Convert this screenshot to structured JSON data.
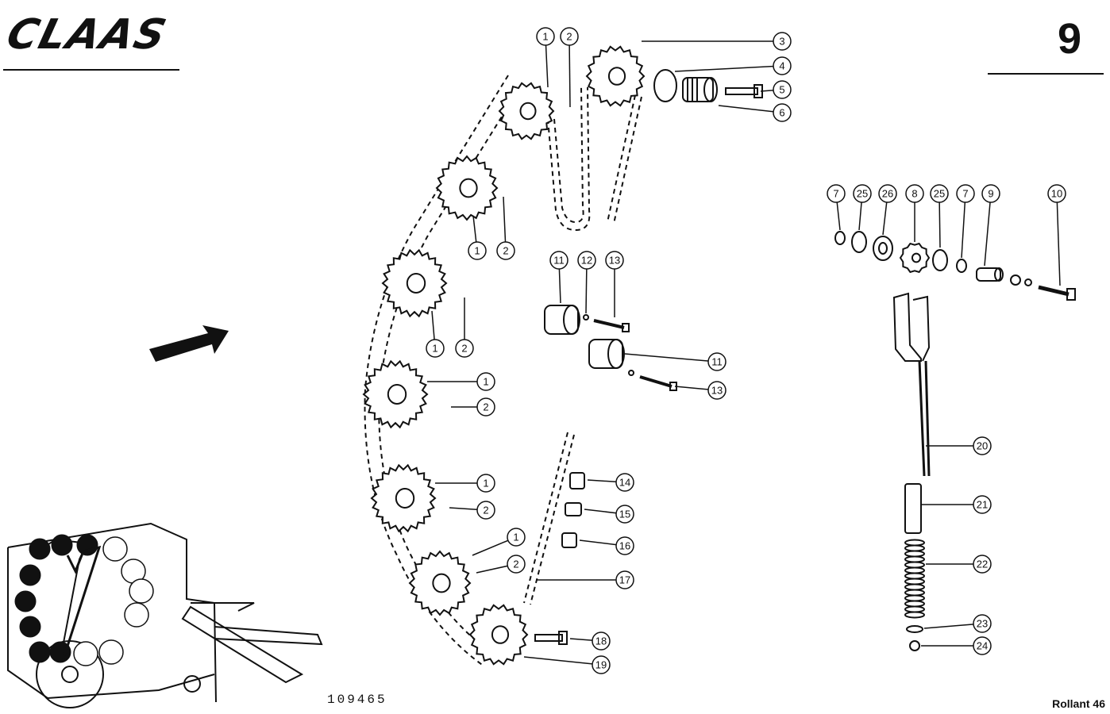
{
  "header": {
    "brand": "CLAAS",
    "page_number": "9"
  },
  "footer": {
    "drawing_number": "109465",
    "model": "Rollant 46"
  },
  "callouts": [
    "1",
    "2",
    "3",
    "4",
    "5",
    "6",
    "7",
    "8",
    "9",
    "10",
    "11",
    "12",
    "13",
    "14",
    "15",
    "16",
    "17",
    "18",
    "19",
    "20",
    "21",
    "22",
    "23",
    "24",
    "25",
    "26"
  ],
  "colors": {
    "ink": "#111111",
    "paper": "#ffffff"
  }
}
